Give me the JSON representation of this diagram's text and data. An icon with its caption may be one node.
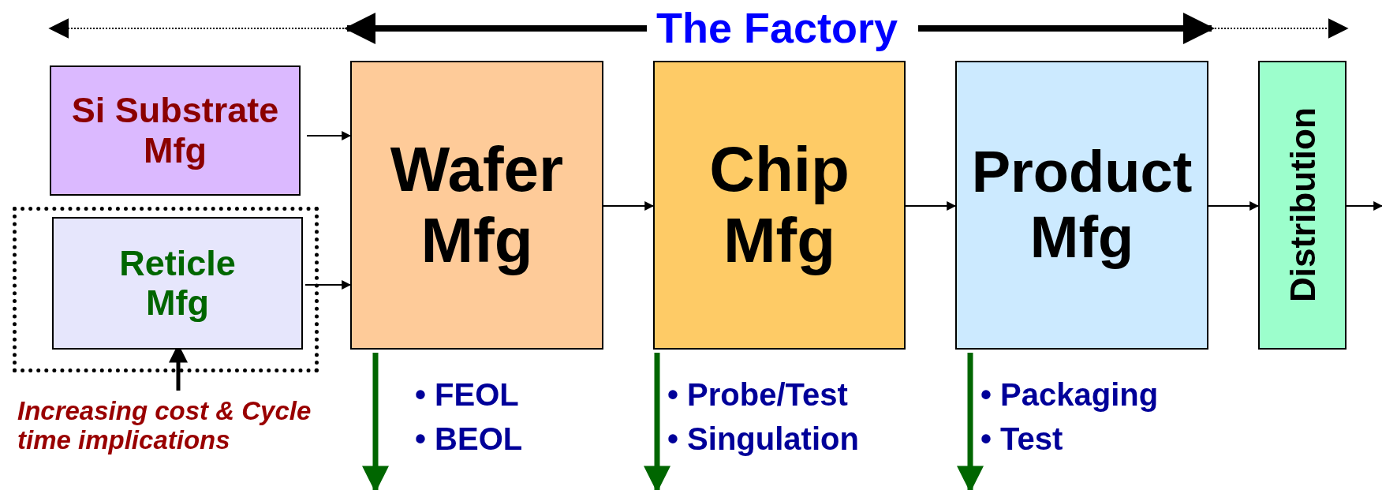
{
  "diagram": {
    "title": "The Factory",
    "nodes": [
      {
        "text": [
          "Si Substrate Mfg"
        ]
      },
      {
        "text": [],
        "shape": "box"
      },
      {
        "text": [
          "Reticle Mfg"
        ],
        "in": 1
      },
      {
        "text": [
          "Wafer Mfg"
        ]
      },
      {
        "text": [
          "Chip Mfg"
        ]
      },
      {
        "text": [
          "Product Mfg"
        ]
      },
      {
        "text": [
          "Distribution"
        ]
      },
      {
        "text": [
          "Increasing cost & Cycle time implications"
        ]
      }
    ],
    "edges": [
      {
        "from": 0,
        "to": 3,
        "arrow": "to"
      },
      {
        "from": 2,
        "to": 3,
        "arrow": "to"
      },
      {
        "from": 3,
        "to": 4,
        "arrow": "to"
      },
      {
        "from": 4,
        "to": 5,
        "arrow": "to"
      },
      {
        "from": 5,
        "to": 6,
        "arrow": "to"
      },
      {
        "from": 6,
        "to": null,
        "arrow": "to"
      },
      {
        "from": 7,
        "to": 2,
        "arrow": "to",
        "style": "thick"
      },
      {
        "from": 3,
        "to": null,
        "arrow": "to",
        "style": "thick",
        "color": "#006600"
      },
      {
        "from": 4,
        "to": null,
        "arrow": "to",
        "style": "thick",
        "color": "#006600"
      },
      {
        "from": 5,
        "to": null,
        "arrow": "to",
        "style": "thick",
        "color": "#006600"
      }
    ],
    "labels": [
      "• FEOL",
      "• BEOL",
      "• Probe/Test",
      "• Singulation",
      "• Packaging",
      "• Test"
    ]
  }
}
